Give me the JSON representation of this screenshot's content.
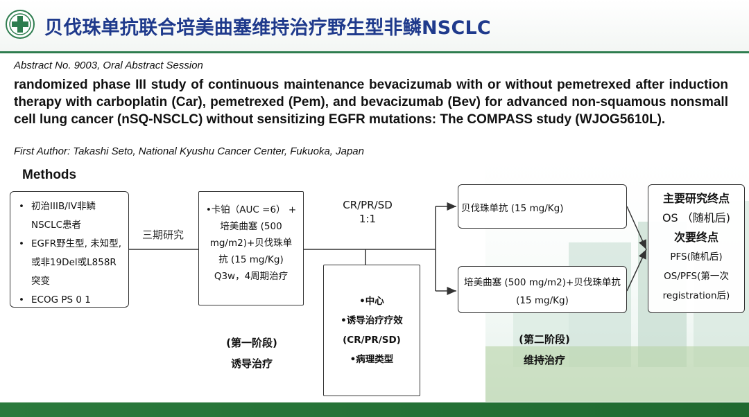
{
  "slide": {
    "title": "贝伐珠单抗联合培美曲塞维持治疗野生型非鳞NSCLC",
    "abstract_no": "Abstract No. 9003, Oral Abstract Session",
    "study_title": "randomized phase III study of continuous maintenance bevacizumab with or without pemetrexed after induction therapy with carboplatin (Car), pemetrexed (Pem), and bevacizumab (Bev) for advanced non-squamous nonsmall cell lung cancer (nSQ-NSCLC) without sensitizing EGFR mutations: The COMPASS study (WJOG5610L).",
    "first_author": "First Author: Takashi Seto, National Kyushu Cancer Center, Fukuoka, Japan",
    "methods_heading": "Methods"
  },
  "diagram": {
    "inclusion": [
      "初治IIIB/IV非鳞NSCLC患者",
      "EGFR野生型, 未知型, 或非19Del或L858R突变",
      "ECOG PS 0 1"
    ],
    "phase_label": "三期研究",
    "induction_lines": [
      "•卡铂（AUC =6） +",
      "培美曲塞 (500",
      "mg/m2)+贝伐珠单",
      "抗 (15 mg/Kg)",
      "Q3w，4周期治疗"
    ],
    "randomization": [
      "CR/PR/SD",
      "1:1"
    ],
    "stratification": [
      "•中心",
      "•诱导治疗疗效",
      "(CR/PR/SD)",
      "•病理类型"
    ],
    "stage1": [
      "(第一阶段)",
      "诱导治疗"
    ],
    "arm1": "贝伐珠单抗 (15 mg/Kg)",
    "arm2": [
      "培美曲塞 (500 mg/m2)+贝伐珠单抗",
      "(15 mg/Kg)"
    ],
    "stage2": [
      "(第二阶段)",
      "维持治疗"
    ],
    "endpoints": {
      "primary_heading": "主要研究终点",
      "primary": "OS （随机后)",
      "secondary_heading": "次要终点",
      "secondary": [
        "PFS(随机后)",
        "OS/PFS(第一次",
        "registration后)"
      ]
    }
  },
  "colors": {
    "title": "#1f3a8c",
    "header_rule": "#2e7d4f",
    "footer": "#2b7a3d"
  }
}
